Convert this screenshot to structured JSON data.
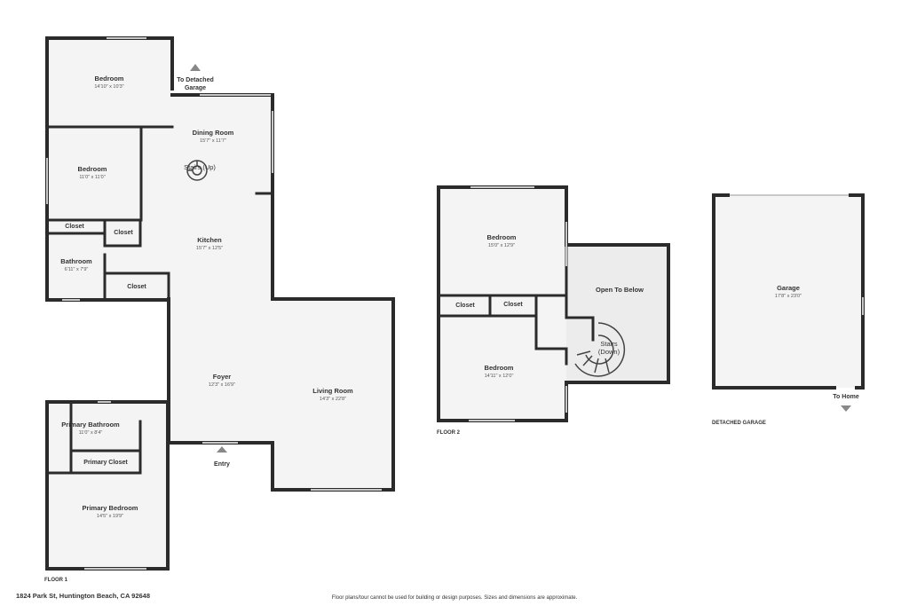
{
  "floor1": {
    "label": "FLOOR 1",
    "rooms": {
      "bedroom_top": {
        "name": "Bedroom",
        "dim": "14'10\" x 10'3\""
      },
      "bedroom_mid": {
        "name": "Bedroom",
        "dim": "11'0\" x 11'0\""
      },
      "dining": {
        "name": "Dining Room",
        "dim": "15'7\" x 11'7\""
      },
      "kitchen": {
        "name": "Kitchen",
        "dim": "15'7\" x 12'5\""
      },
      "bathroom": {
        "name": "Bathroom",
        "dim": "6'11\" x 7'9\""
      },
      "foyer": {
        "name": "Foyer",
        "dim": "12'3\" x 16'9\""
      },
      "living": {
        "name": "Living Room",
        "dim": "14'3\" x 22'8\""
      },
      "primary_bath": {
        "name": "Primary Bathroom",
        "dim": "11'0\" x 8'4\""
      },
      "primary_bed": {
        "name": "Primary Bedroom",
        "dim": "14'5\" x 19'9\""
      }
    },
    "closets": [
      "Closet",
      "Closet",
      "Closet"
    ],
    "primary_closet": "Primary Closet",
    "stairs_up": "Stairs (Up)",
    "to_garage_line1": "To Detached",
    "to_garage_line2": "Garage",
    "entry": "Entry"
  },
  "floor2": {
    "label": "FLOOR 2",
    "rooms": {
      "bedroom_top": {
        "name": "Bedroom",
        "dim": "15'0\" x 12'9\""
      },
      "bedroom_bottom": {
        "name": "Bedroom",
        "dim": "14'11\" x 12'0\""
      }
    },
    "closets": [
      "Closet",
      "Closet"
    ],
    "open_below": "Open To Below",
    "stairs_line1": "Stairs",
    "stairs_line2": "(Down)"
  },
  "garage": {
    "label": "DETACHED GARAGE",
    "name": "Garage",
    "dim": "17'8\" x 23'0\"",
    "to_home": "To Home"
  },
  "address": "1824 Park St, Huntington Beach, CA 92648",
  "disclaimer": "Floor plans/tour cannot be used for building or design purposes. Sizes and dimensions are approximate.",
  "colors": {
    "wall": "#2b2b2b",
    "floor": "#f4f4f4",
    "open_below": "#ececec"
  }
}
